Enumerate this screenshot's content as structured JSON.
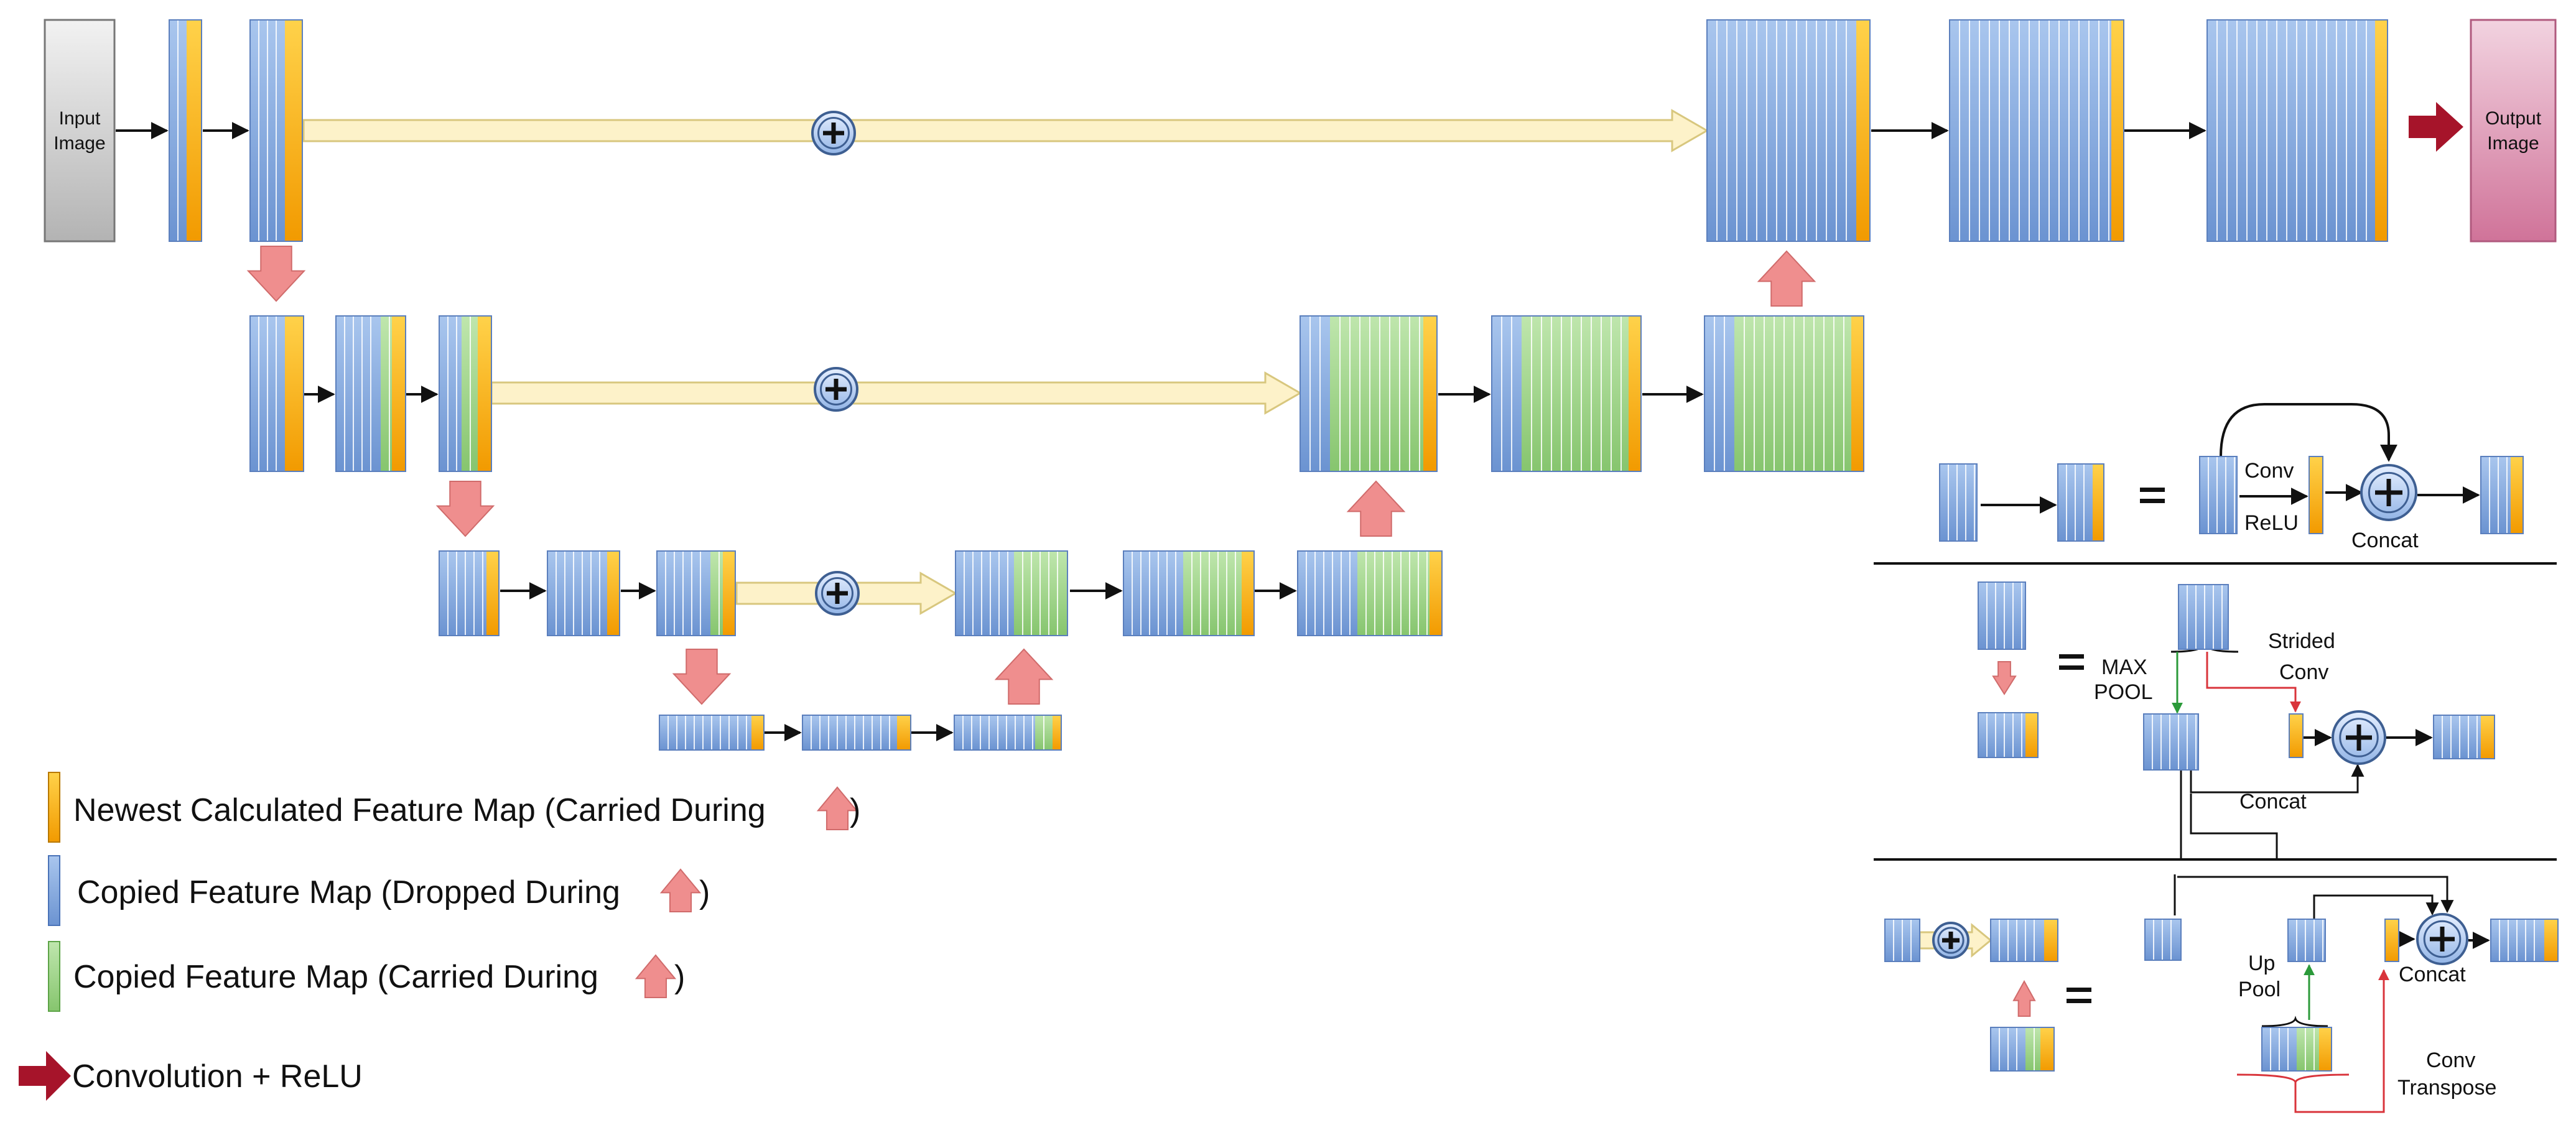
{
  "labels": {
    "input": [
      "Input",
      "Image"
    ],
    "output": [
      "Output",
      "Image"
    ]
  },
  "legend": {
    "newest": "Newest Calculated Feature Map (Carried During",
    "copied_dropped": "Copied Feature Map (Dropped During",
    "copied_carried": "Copied Feature Map (Carried During",
    "close": ")",
    "conv": "Convolution + ReLU"
  },
  "panel1": {
    "conv": "Conv",
    "relu": "ReLU",
    "concat": "Concat"
  },
  "panel2": {
    "max_pool": [
      "MAX",
      "POOL"
    ],
    "strided_conv": [
      "Strided",
      "Conv"
    ],
    "concat": "Concat"
  },
  "panel3": {
    "up_pool": [
      "Up",
      "Pool"
    ],
    "concat": "Concat",
    "conv_transpose": [
      "Conv",
      "Transpose"
    ]
  },
  "colors": {
    "blue": "#7ea6dd",
    "green": "#9fd38a",
    "orange": "#f2a500",
    "pink_arrow": "#ef8e8e",
    "dark_red": "#a6142a",
    "skip": "#fdf2c9",
    "input_gray": "#cfcfcf",
    "output_pink": "#d98aa8"
  }
}
